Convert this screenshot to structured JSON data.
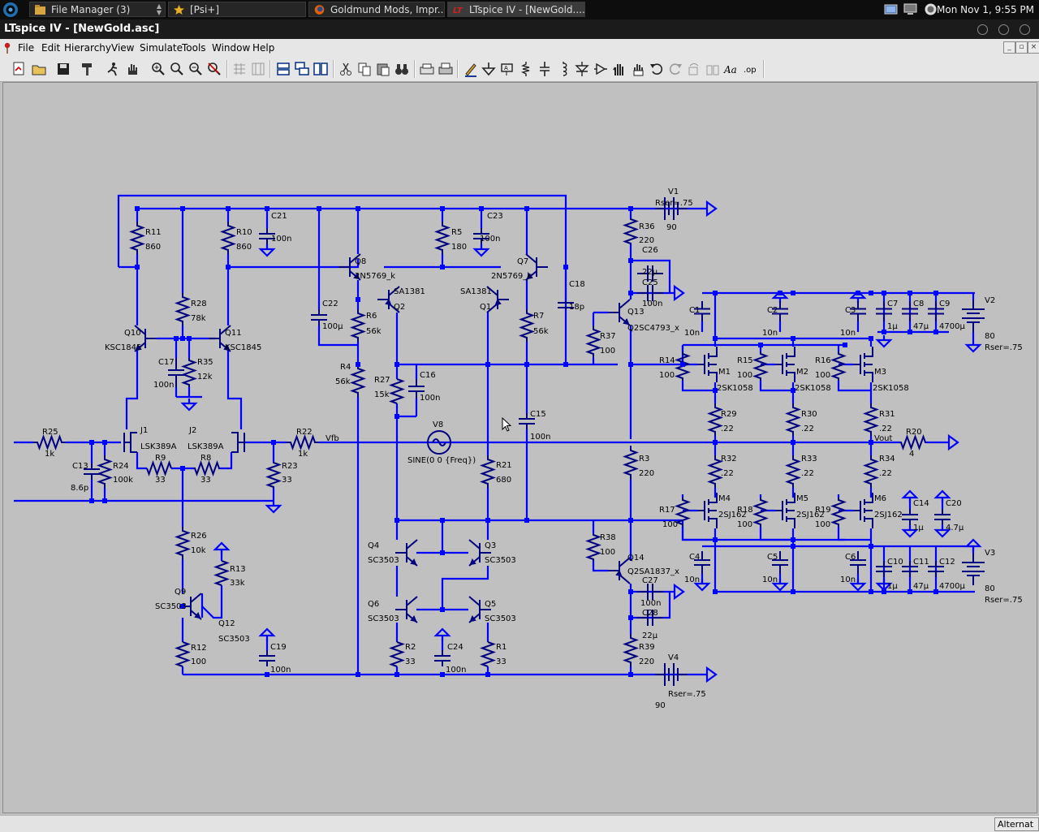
{
  "taskbar": {
    "tasks": [
      {
        "label": "File Manager (3)",
        "icon": "folder-icon"
      },
      {
        "label": "[Psi+]",
        "icon": "star-icon"
      },
      {
        "label": "Goldmund Mods, Impr...",
        "icon": "firefox-icon"
      },
      {
        "label": "LTspice IV - [NewGold....",
        "icon": "ltspice-icon"
      }
    ],
    "clock": "Mon Nov  1,  9:55 PM"
  },
  "window": {
    "title": "LTspice IV - [NewGold.asc]"
  },
  "menu": {
    "items": [
      {
        "label": "File",
        "key": "F"
      },
      {
        "label": "Edit",
        "key": "E"
      },
      {
        "label": "Hierarchy",
        "key": "H"
      },
      {
        "label": "View",
        "key": "V"
      },
      {
        "label": "Simulate",
        "key": "S"
      },
      {
        "label": "Tools",
        "key": "T"
      },
      {
        "label": "Window",
        "key": "W"
      },
      {
        "label": "Help",
        "key": "H"
      }
    ]
  },
  "toolbar": {
    "buttons": [
      "new-schematic",
      "open",
      "save",
      "control-panel",
      "run",
      "halt",
      "zoom-in",
      "pan",
      "zoom-out",
      "zoom-fit",
      "autorange",
      "grid",
      "tile-horizontal",
      "cascade",
      "tile-vertical",
      "cut",
      "copy",
      "paste",
      "find",
      "print-setup",
      "print",
      "draw-wire",
      "ground",
      "label-net",
      "resistor",
      "capacitor",
      "inductor",
      "diode",
      "component",
      "move",
      "drag",
      "undo",
      "redo",
      "rotate",
      "mirror",
      "text",
      "spice-directive"
    ]
  },
  "schematic": {
    "labels": [
      "R11",
      "860",
      "R10",
      "860",
      "C21",
      "100n",
      "R5",
      "180",
      "C23",
      "100n",
      "V1",
      "Rser=.75",
      "90",
      "R36",
      "220",
      "C26",
      "22µ",
      "C25",
      "100n",
      "Q13",
      "Q2SC4793_x",
      "R37",
      "100",
      "Q8",
      "2N5769_k",
      "Q7",
      "2N5769_k",
      "SA1381",
      "Q2",
      "SA1381",
      "Q1",
      "R6",
      "56k",
      "R7",
      "56k",
      "C22",
      "100µ",
      "C18",
      "18p",
      "R28",
      "78k",
      "Q10",
      "KSC1845",
      "Q11",
      "KSC1845",
      "C17",
      "100n",
      "R35",
      "12k",
      "R4",
      "56k",
      "R27",
      "15k",
      "C16",
      "100n",
      "C15",
      "100n",
      "V8",
      "SINE(0 0 {Freq})",
      "R21",
      "680",
      "R25",
      "1k",
      "J1",
      "LSK389A",
      "J2",
      "LSK389A",
      "R22",
      "1k",
      "Vfb",
      "C13",
      "8.6p",
      "R24",
      "100k",
      "R9",
      "33",
      "R8",
      "33",
      "R23",
      "33",
      "R26",
      "10k",
      "R13",
      "33k",
      "Q9",
      "SC3503",
      "Q12",
      "SC3503",
      "R12",
      "100",
      "C19",
      "100n",
      "Q4",
      "SC3503",
      "Q3",
      "SC3503",
      "Q6",
      "SC3503",
      "Q5",
      "SC3503",
      "R2",
      "33",
      "C24",
      "100n",
      "R1",
      "33",
      "R3",
      "220",
      "R38",
      "100",
      "Q14",
      "Q2SA1837_x",
      "C27",
      "100n",
      "C28",
      "22µ",
      "R39",
      "220",
      "V4",
      "Rser=.75",
      "90",
      "C1",
      "10n",
      "C2",
      "10n",
      "C3",
      "10n",
      "C7",
      "1µ",
      "C8",
      "47µ",
      "C9",
      "4700µ",
      "V2",
      "80",
      "Rser=.75",
      "R14",
      "100",
      "M1",
      "2SK1058",
      "R15",
      "100",
      "M2",
      "2SK1058",
      "R16",
      "100",
      "M3",
      "2SK1058",
      "R29",
      ".22",
      "R30",
      ".22",
      "R31",
      ".22",
      "Vout",
      "R20",
      "4",
      "R32",
      ".22",
      "R33",
      ".22",
      "R34",
      ".22",
      "R17",
      "100",
      "M4",
      "2SJ162",
      "R18",
      "100",
      "M5",
      "2SJ162",
      "R19",
      "100",
      "M6",
      "2SJ162",
      "C14",
      "1µ",
      "C20",
      "4.7µ",
      "C4",
      "10n",
      "C5",
      "10n",
      "C6",
      "10n",
      "C10",
      "1µ",
      "C11",
      "47µ",
      "C12",
      "4700µ",
      "V3",
      "80",
      "Rser=.75"
    ]
  },
  "status": {
    "mode": "Alternat"
  },
  "colors": {
    "wire": "#0000ff",
    "component": "#000080",
    "canvas": "#c0c0c0",
    "junction": "#0000ff"
  }
}
